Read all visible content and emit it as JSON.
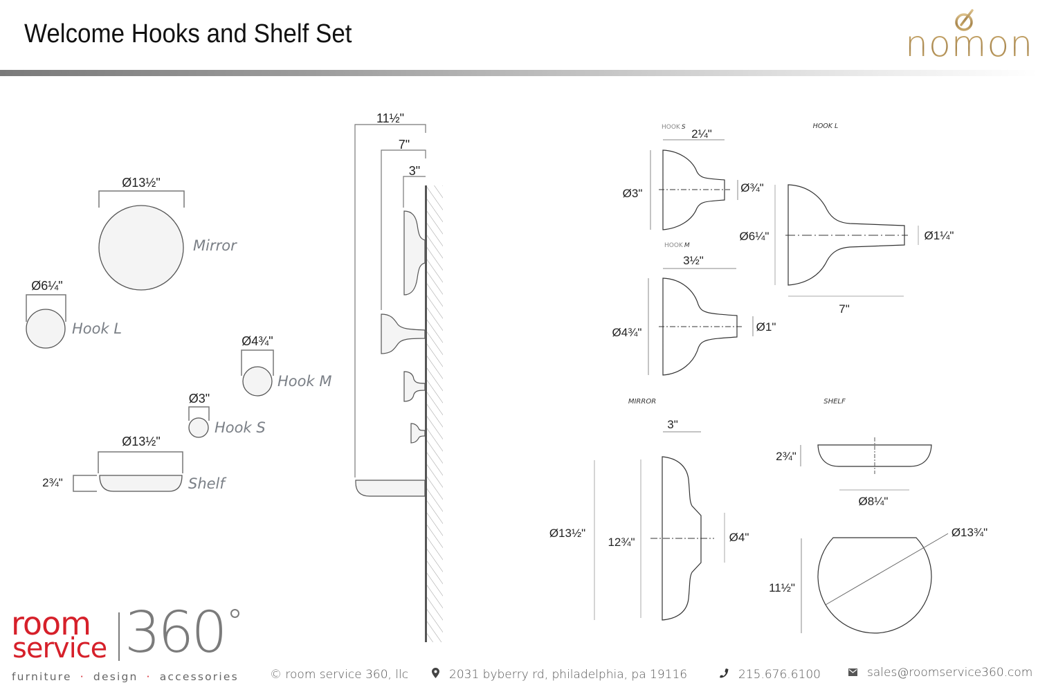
{
  "header": {
    "title": "Welcome Hooks and Shelf Set",
    "brand": "nomon",
    "brand_color": "#b8975c"
  },
  "front_view": {
    "items": [
      {
        "name": "Mirror",
        "dimension": "Ø13½\""
      },
      {
        "name": "Hook L",
        "dimension": "Ø6¼\""
      },
      {
        "name": "Hook M",
        "dimension": "Ø4¾\""
      },
      {
        "name": "Hook S",
        "dimension": "Ø3\""
      },
      {
        "name": "Shelf",
        "dimension": "Ø13½\"",
        "height": "2¾\""
      }
    ]
  },
  "side_view": {
    "depths": [
      "11½\"",
      "7\"",
      "3\""
    ]
  },
  "details": {
    "hook_s": {
      "label_a": "HOOK",
      "label_b": "S",
      "length": "2¼\"",
      "diameter": "Ø3\"",
      "tip": "Ø¾\""
    },
    "hook_m": {
      "label_a": "HOOK",
      "label_b": "M",
      "length": "3½\"",
      "diameter": "Ø4¾\"",
      "tip": "Ø1\""
    },
    "hook_l": {
      "label": "HOOK L",
      "length": "7\"",
      "diameter": "Ø6¼\"",
      "tip": "Ø1¼\""
    },
    "mirror": {
      "label": "MIRROR",
      "depth": "3\"",
      "diameter": "Ø13½\"",
      "inner": "12¾\"",
      "boss": "Ø4\""
    },
    "shelf": {
      "label": "SHELF",
      "height": "2¾\"",
      "base": "Ø8¼\"",
      "diameter": "Ø13¾\"",
      "depth": "11½\""
    }
  },
  "footer": {
    "logo_room": "room",
    "logo_service": "service",
    "logo_360": "360",
    "tagline": [
      "furniture",
      "design",
      "accessories"
    ],
    "tagline_sep": "·",
    "copyright": "© room service 360, llc",
    "address_icon": "map-pin-icon",
    "address": "2031 byberry rd, philadelphia, pa 19116",
    "phone_icon": "phone-icon",
    "phone": "215.676.6100",
    "email_icon": "envelope-icon",
    "email": "sales@roomservice360.com",
    "accent_color": "#d6202a",
    "gray_color": "#7b7b7b"
  }
}
